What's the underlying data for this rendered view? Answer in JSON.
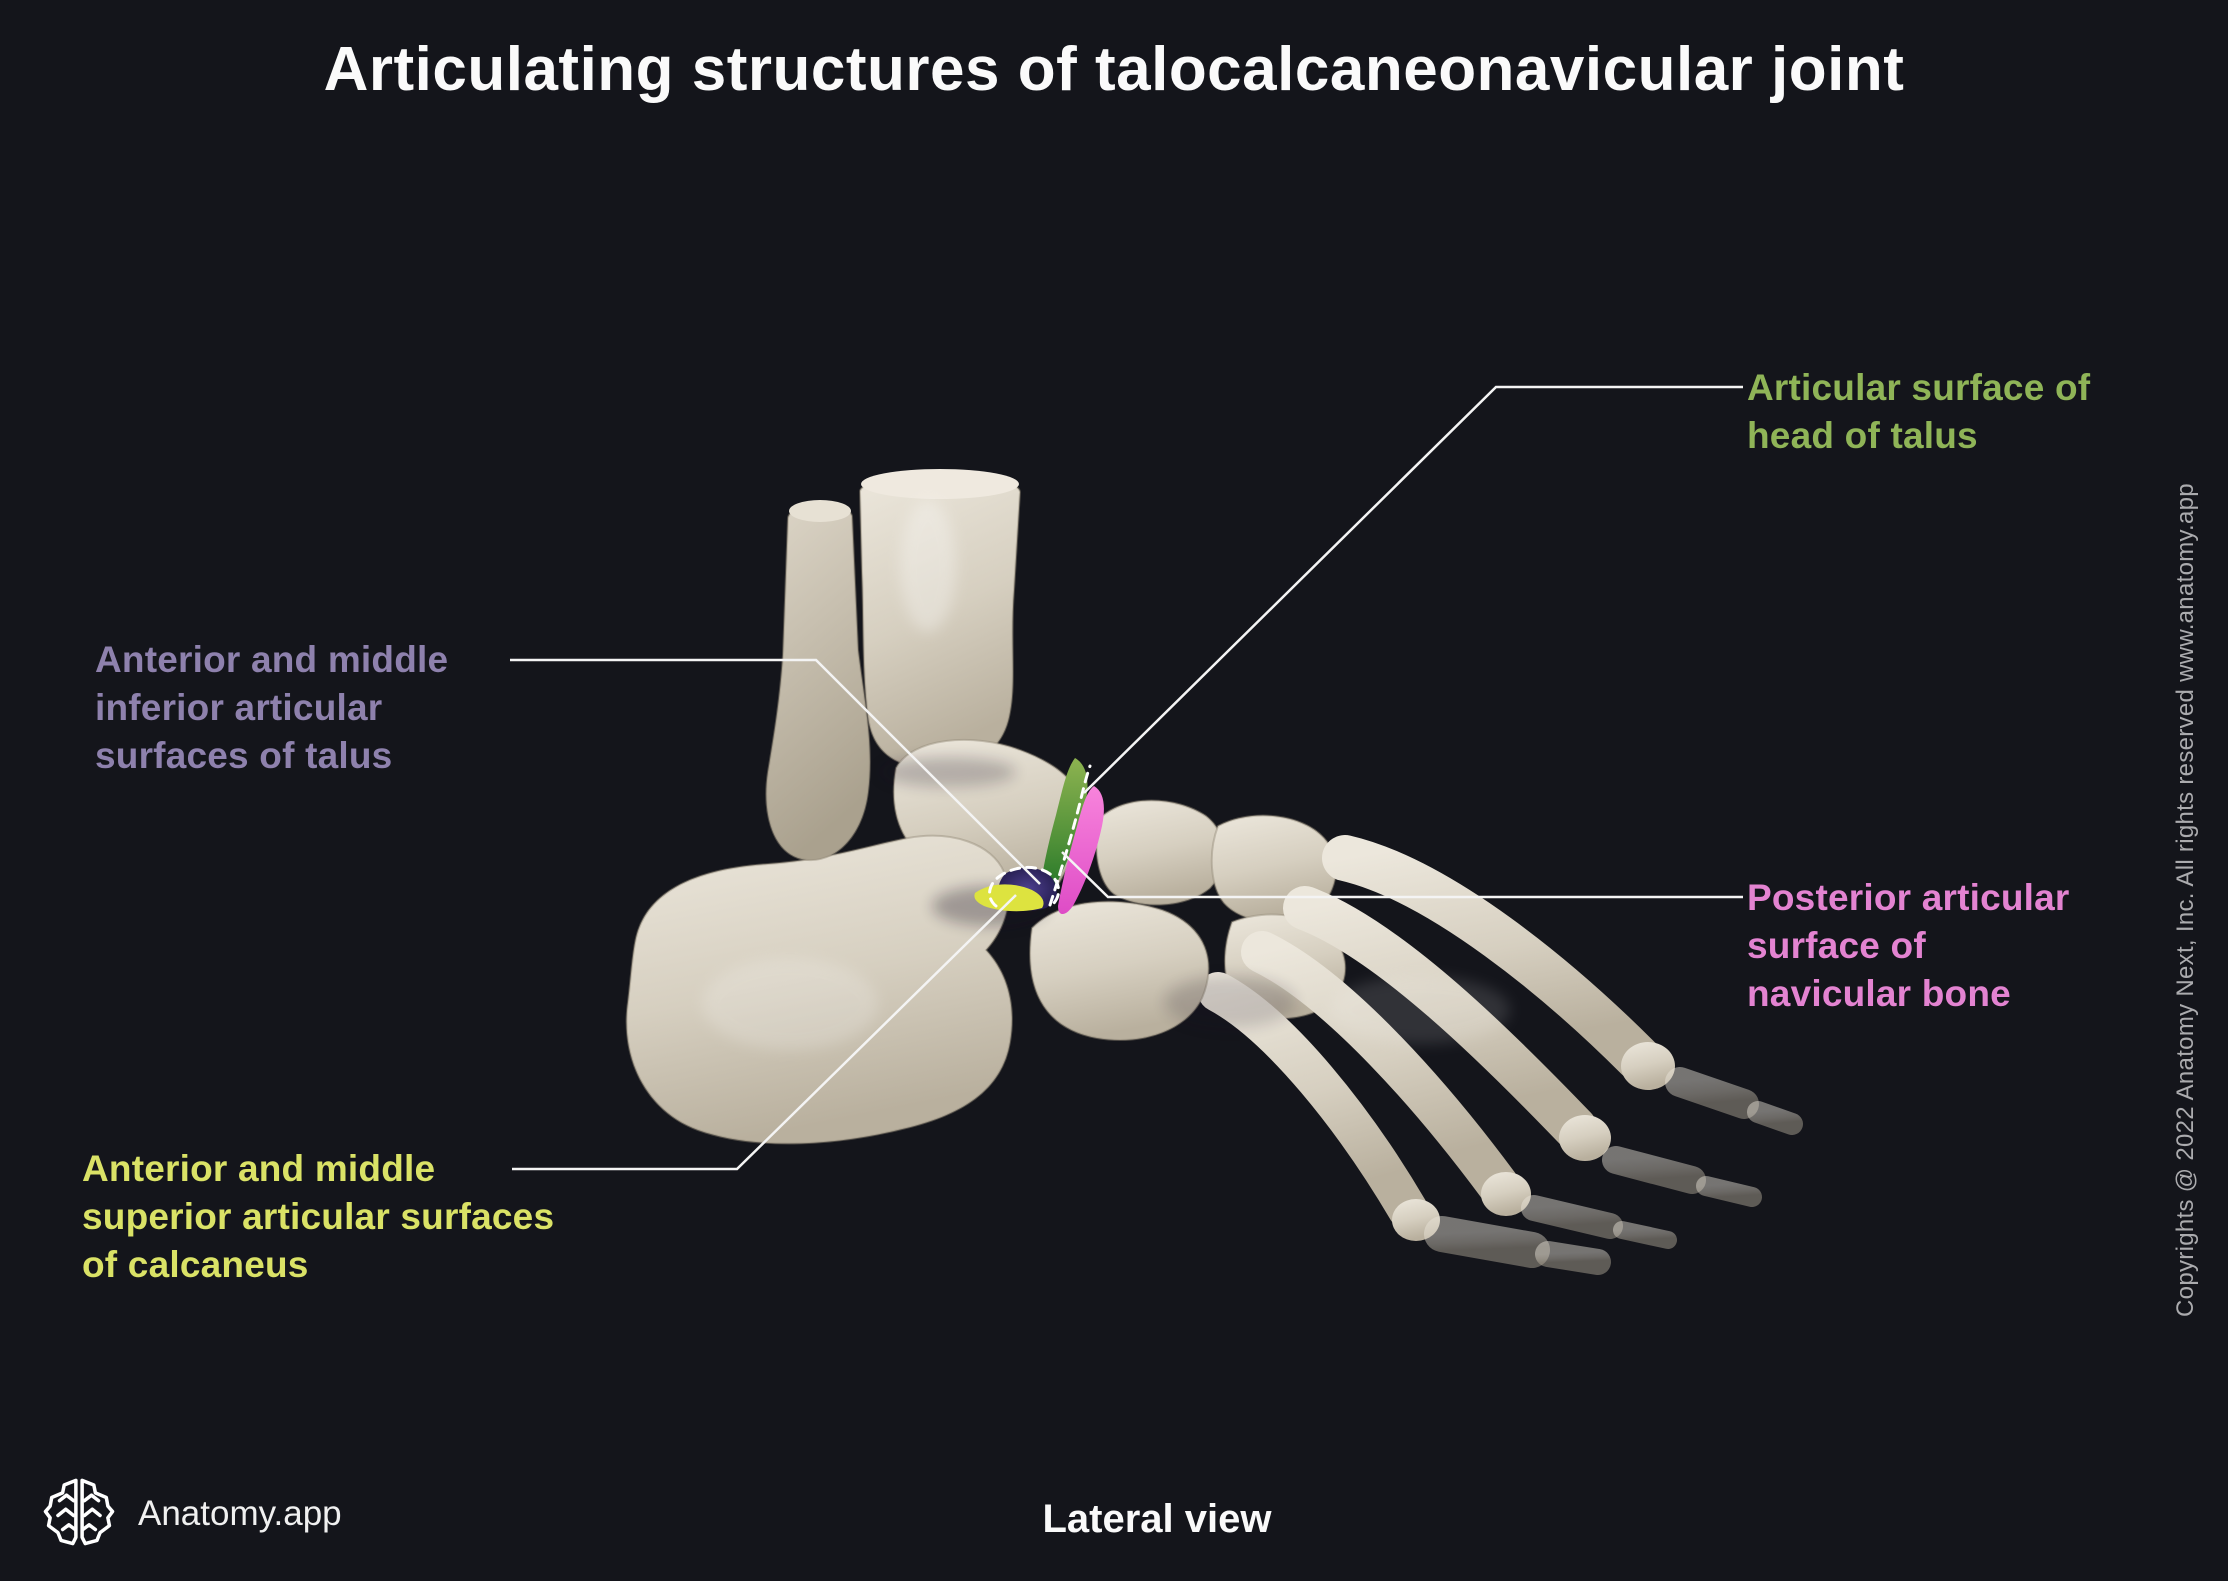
{
  "title": "Articulating structures of talocalcaneonavicular joint",
  "labels": {
    "talus_head": {
      "lines": [
        "Articular surface of",
        "head of talus"
      ],
      "color": "#8fb457"
    },
    "talus_inferior": {
      "lines": [
        "Anterior and middle",
        "inferior articular",
        "surfaces of talus"
      ],
      "color": "#8e81ad"
    },
    "navicular": {
      "lines": [
        "Posterior articular",
        "surface of",
        "navicular bone"
      ],
      "color": "#e383d1"
    },
    "calcaneus": {
      "lines": [
        "Anterior and middle",
        "superior articular surfaces",
        "of calcaneus"
      ],
      "color": "#dae266"
    }
  },
  "footer": {
    "brand": "Anatomy.app",
    "view": "Lateral view"
  },
  "copyright": "Copyrights @ 2022 Anatomy Next, Inc. All rights reserved www.anatomy.app",
  "colors": {
    "background": "#14151b",
    "title": "#fafafa",
    "leader_line": "#f4f4f4",
    "highlight_green_light": "#8db350",
    "highlight_green_dark": "#1f7326",
    "highlight_pink": "#ee62d3",
    "highlight_purple": "#3b2f75",
    "highlight_yellow": "#dde33f",
    "bone_light": "#eae5da",
    "bone_dark": "#c4bcab",
    "copyright_text": "#ababae"
  }
}
